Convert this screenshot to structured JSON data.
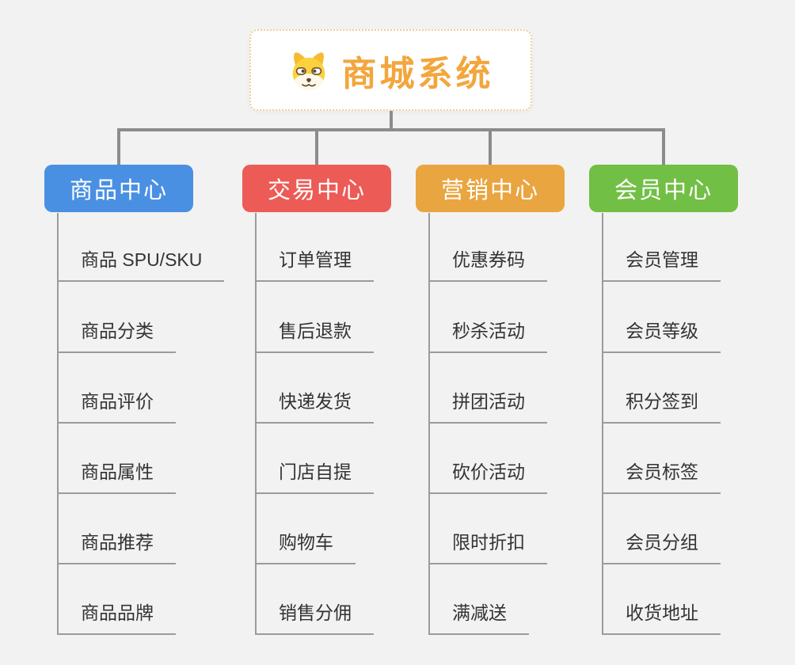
{
  "root": {
    "title": "商城系统",
    "icon": "dog-face-icon",
    "title_color": "#f2a63c",
    "border_color": "#f2cf95"
  },
  "connector_color": "#8c8c8c",
  "line_color": "#9b9b9b",
  "branches": [
    {
      "title": "商品中心",
      "color": "#4a90e2",
      "items": [
        "商品 SPU/SKU",
        "商品分类",
        "商品评价",
        "商品属性",
        "商品推荐",
        "商品品牌"
      ]
    },
    {
      "title": "交易中心",
      "color": "#ec5b56",
      "items": [
        "订单管理",
        "售后退款",
        "快递发货",
        "门店自提",
        "购物车",
        "销售分佣"
      ]
    },
    {
      "title": "营销中心",
      "color": "#e9a53f",
      "items": [
        "优惠券码",
        "秒杀活动",
        "拼团活动",
        "砍价活动",
        "限时折扣",
        "满减送"
      ]
    },
    {
      "title": "会员中心",
      "color": "#72bf45",
      "items": [
        "会员管理",
        "会员等级",
        "积分签到",
        "会员标签",
        "会员分组",
        "收货地址"
      ]
    }
  ]
}
